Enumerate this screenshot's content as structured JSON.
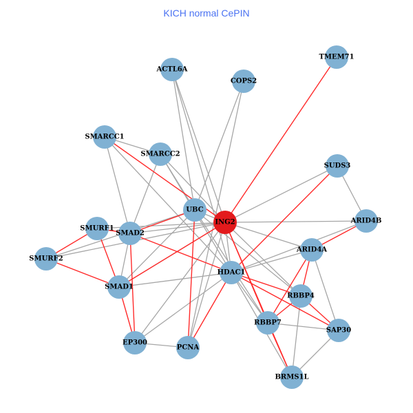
{
  "title": "KICH normal CePIN",
  "colors": {
    "title": "#4a72f2",
    "node": "#80b1d3",
    "hub": "#e31a1c",
    "edge_gray": "#a6a6a6",
    "edge_red": "#ff2b2b"
  },
  "nodes": [
    {
      "id": "TMEM71",
      "label": "TMEM71"
    },
    {
      "id": "ACTL6A",
      "label": "ACTL6A"
    },
    {
      "id": "COPS2",
      "label": "COPS2"
    },
    {
      "id": "SMARCC1",
      "label": "SMARCC1"
    },
    {
      "id": "SMARCC2",
      "label": "SMARCC2"
    },
    {
      "id": "SUDS3",
      "label": "SUDS3"
    },
    {
      "id": "UBC",
      "label": "UBC"
    },
    {
      "id": "ING2",
      "label": "ING2",
      "hub": true
    },
    {
      "id": "ARID4B",
      "label": "ARID4B"
    },
    {
      "id": "SMURF1",
      "label": "SMURF1"
    },
    {
      "id": "SMAD2",
      "label": "SMAD2"
    },
    {
      "id": "ARID4A",
      "label": "ARID4A"
    },
    {
      "id": "SMURF2",
      "label": "SMURF2"
    },
    {
      "id": "HDAC1",
      "label": "HDAC1"
    },
    {
      "id": "SMAD1",
      "label": "SMAD1"
    },
    {
      "id": "RBBP4",
      "label": "RBBP4"
    },
    {
      "id": "RBBP7",
      "label": "RBBP7"
    },
    {
      "id": "SAP30",
      "label": "SAP30"
    },
    {
      "id": "EP300",
      "label": "EP300"
    },
    {
      "id": "PCNA",
      "label": "PCNA"
    },
    {
      "id": "BRMS1L",
      "label": "BRMS1L"
    }
  ],
  "edges": [
    [
      "ING2",
      "TMEM71",
      "red"
    ],
    [
      "ING2",
      "SMARCC1",
      "red"
    ],
    [
      "ING2",
      "SMAD1",
      "red"
    ],
    [
      "ING2",
      "RBBP7",
      "red"
    ],
    [
      "ING2",
      "BRMS1L",
      "red"
    ],
    [
      "UBC",
      "SMAD2",
      "red"
    ],
    [
      "UBC",
      "PCNA",
      "red"
    ],
    [
      "SMAD2",
      "HDAC1",
      "red"
    ],
    [
      "SMAD2",
      "EP300",
      "red"
    ],
    [
      "SMURF1",
      "SMAD2",
      "red"
    ],
    [
      "SMURF1",
      "SMURF2",
      "red"
    ],
    [
      "SMURF2",
      "SMAD1",
      "red"
    ],
    [
      "SMURF1",
      "SMAD1",
      "red"
    ],
    [
      "SMAD1",
      "EP300",
      "red"
    ],
    [
      "HDAC1",
      "PCNA",
      "red"
    ],
    [
      "HDAC1",
      "SUDS3",
      "red"
    ],
    [
      "HDAC1",
      "RBBP4",
      "red"
    ],
    [
      "HDAC1",
      "SAP30",
      "red"
    ],
    [
      "ARID4A",
      "RBBP4",
      "red"
    ],
    [
      "ARID4A",
      "RBBP7",
      "red"
    ],
    [
      "RBBP4",
      "RBBP7",
      "red"
    ],
    [
      "RBBP4",
      "SAP30",
      "red"
    ],
    [
      "ARID4A",
      "ARID4B",
      "red"
    ],
    [
      "RBBP7",
      "BRMS1L",
      "red"
    ],
    [
      "ACTL6A",
      "UBC",
      "gray"
    ],
    [
      "ACTL6A",
      "ING2",
      "gray"
    ],
    [
      "ACTL6A",
      "HDAC1",
      "gray"
    ],
    [
      "COPS2",
      "UBC",
      "gray"
    ],
    [
      "COPS2",
      "PCNA",
      "gray"
    ],
    [
      "SMARCC1",
      "SMARCC2",
      "gray"
    ],
    [
      "SMARCC1",
      "SMAD2",
      "gray"
    ],
    [
      "SMARCC1",
      "HDAC1",
      "gray"
    ],
    [
      "SMARCC2",
      "SMAD2",
      "gray"
    ],
    [
      "SMARCC2",
      "UBC",
      "gray"
    ],
    [
      "SMARCC2",
      "ING2",
      "gray"
    ],
    [
      "SMARCC2",
      "HDAC1",
      "gray"
    ],
    [
      "SUDS3",
      "ING2",
      "gray"
    ],
    [
      "SUDS3",
      "ARID4B",
      "gray"
    ],
    [
      "ING2",
      "ARID4B",
      "gray"
    ],
    [
      "ING2",
      "ARID4A",
      "gray"
    ],
    [
      "ING2",
      "RBBP4",
      "gray"
    ],
    [
      "ING2",
      "SMAD2",
      "gray"
    ],
    [
      "ING2",
      "SMURF1",
      "gray"
    ],
    [
      "ING2",
      "SMURF2",
      "gray"
    ],
    [
      "ING2",
      "EP300",
      "gray"
    ],
    [
      "ING2",
      "PCNA",
      "gray"
    ],
    [
      "ING2",
      "HDAC1",
      "gray"
    ],
    [
      "UBC",
      "ING2",
      "gray"
    ],
    [
      "UBC",
      "SMURF2",
      "gray"
    ],
    [
      "UBC",
      "SMAD1",
      "gray"
    ],
    [
      "UBC",
      "RBBP4",
      "gray"
    ],
    [
      "UBC",
      "RBBP7",
      "gray"
    ],
    [
      "HDAC1",
      "SMAD1",
      "gray"
    ],
    [
      "HDAC1",
      "EP300",
      "gray"
    ],
    [
      "HDAC1",
      "ARID4A",
      "gray"
    ],
    [
      "HDAC1",
      "ARID4B",
      "gray"
    ],
    [
      "HDAC1",
      "RBBP7",
      "gray"
    ],
    [
      "HDAC1",
      "BRMS1L",
      "gray"
    ],
    [
      "EP300",
      "PCNA",
      "gray"
    ],
    [
      "SMAD2",
      "SMAD1",
      "gray"
    ],
    [
      "ARID4A",
      "SAP30",
      "gray"
    ],
    [
      "RBBP7",
      "SAP30",
      "gray"
    ],
    [
      "RBBP4",
      "BRMS1L",
      "gray"
    ],
    [
      "SAP30",
      "BRMS1L",
      "gray"
    ],
    [
      "ING2",
      "SMAD1",
      "gray"
    ]
  ]
}
